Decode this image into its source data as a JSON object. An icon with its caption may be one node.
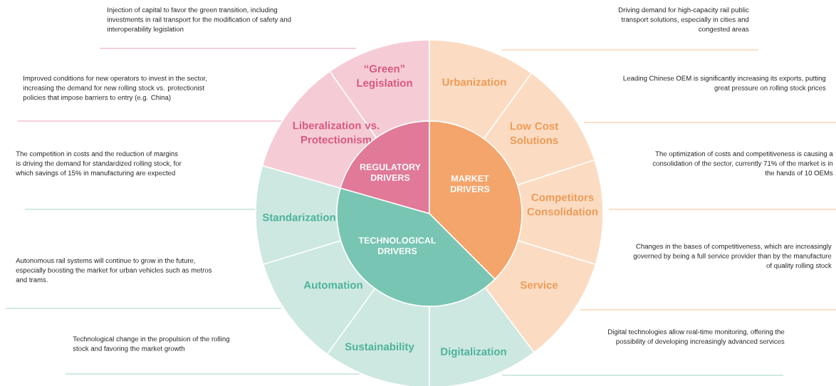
{
  "diagram": {
    "nodes": [
      {
        "text": [
          "REGULATORY DRIVERS"
        ]
      },
      {
        "text": [
          "MARKET DRIVERS"
        ]
      },
      {
        "text": [
          "TECHNOLOGICAL DRIVERS"
        ]
      },
      {
        "text": [
          "“Green” Legislation"
        ]
      },
      {
        "text": [
          "Liberalization vs. Protectionism"
        ]
      },
      {
        "text": [
          "Standarization"
        ]
      },
      {
        "text": [
          "Automation"
        ]
      },
      {
        "text": [
          "Sustainability"
        ]
      },
      {
        "text": [
          "Urbanization"
        ]
      },
      {
        "text": [
          "Low Cost Solutions"
        ]
      },
      {
        "text": [
          "Competitors Consolidation"
        ]
      },
      {
        "text": [
          "Service"
        ]
      },
      {
        "text": [
          "Digitalization"
        ]
      }
    ],
    "labels": [
      "Injection of capital to favor the green transition, including investments in rail transport for the modification of safety and interoperability legislation",
      "Driving demand for high-capacity rail public transport solutions, especially in cities and congested areas",
      "Improved conditions for new operators to invest in the sector, increasing the demand for new rolling stock vs. protectionist policies that impose barriers to entry (e.g. China)",
      "Leading Chinese OEM is significantly increasing its exports, putting great pressure on rolling stock prices",
      "The competition in costs and the reduction of margins is driving the demand for standardized rolling stock, for which savings of 15% in manufacturing are expected",
      "The optimization of costs and competitiveness is causing a consolidation of the sector, currently 71% of the market is in the hands of 10 OEMs",
      "Autonomous rail systems will continue to grow in the future, especially boosting the market for urban vehicles such as metros and trams.",
      "Changes in the bases of competitiveness, which are increasingly governed by being a full service provider than by the manufacture of quality rolling stock",
      "Technological change in the propulsion of the rolling stock and favoring the market growth",
      "Digital technologies allow real-time monitoring, offering the possibility of developing increasingly advanced services"
    ]
  }
}
